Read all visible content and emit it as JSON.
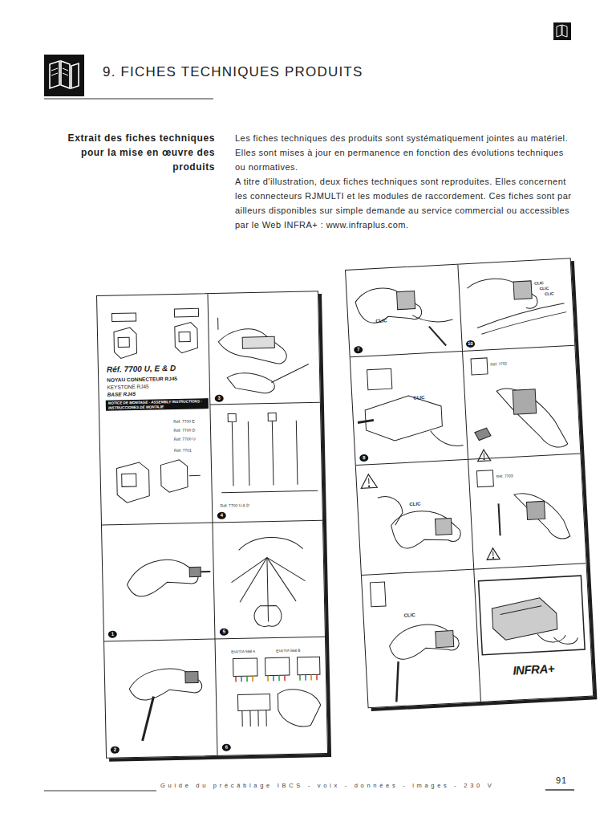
{
  "diagram": {
    "title": "9. FICHES TECHNIQUES PRODUITS",
    "labels": [
      "Extrait des fiches techniques pour la mise en œuvre des produits",
      "Les fiches techniques des produits sont systématiquement jointes au matériel. Elles sont mises à jour en permanence en fonction des évolutions techniques ou normatives.",
      "A titre d'illustration, deux fiches techniques sont reproduites. Elles concernent les connecteurs RJMULTI et les modules de raccordement. Ces fiches sont par ailleurs disponibles sur simple demande au service commercial ou accessibles par le Web INFRA+ : www.infraplus.com.",
      "Réf. 7700 U, E & D",
      "NOYAU CONNECTEUR RJ45",
      "KEYSTONE RJ45",
      "BASE RJ45",
      "NOTICE DE MONTAGE - ASSEMBLY INSTRUCTIONS - INSTRUCCIONES DE MONTAJE",
      "Réf. 7700 E",
      "Réf. 7700 D",
      "Réf. 7700 U",
      "Réf. 7701",
      "Réf. 7700 U & D",
      "EIA/TIA 568 A",
      "EIA/TIA 568 B",
      "3",
      "4",
      "1",
      "5",
      "2",
      "6",
      "CLIC",
      "CLIC",
      "CLIC",
      "CLIC",
      "CLIC",
      "CLIC",
      "CLIC",
      "7",
      "10",
      "8",
      "Réf. 7702",
      "Réf. 7703",
      "INFRA+",
      "Guide du précâblage IBCS - voix - données - images - 230 V",
      "91"
    ]
  }
}
